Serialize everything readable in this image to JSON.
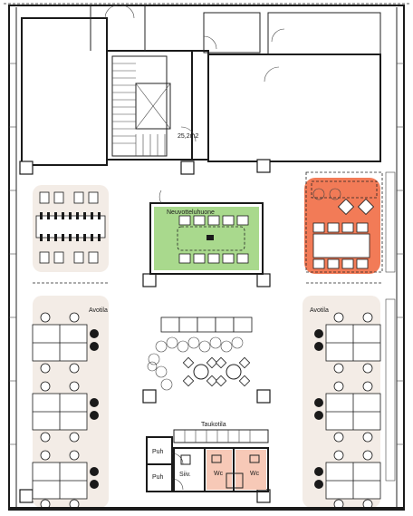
{
  "rooms": {
    "area_label": "25,2m2",
    "meeting_room": "Neuvotteluhuone",
    "open_left": "Avotila",
    "open_right": "Avotila",
    "break_room": "Taukotila",
    "phone_1": "Puh",
    "phone_2": "Puh",
    "janitor": "Siiv.",
    "wc_1": "Wc",
    "wc_2": "Wc"
  },
  "colors": {
    "zone_beige": "#f3ece6",
    "meeting_green": "#a9d98d",
    "highlight_orange": "#f27b57",
    "wc_pink": "#f7c9b7",
    "wall": "#1a1a1a"
  }
}
